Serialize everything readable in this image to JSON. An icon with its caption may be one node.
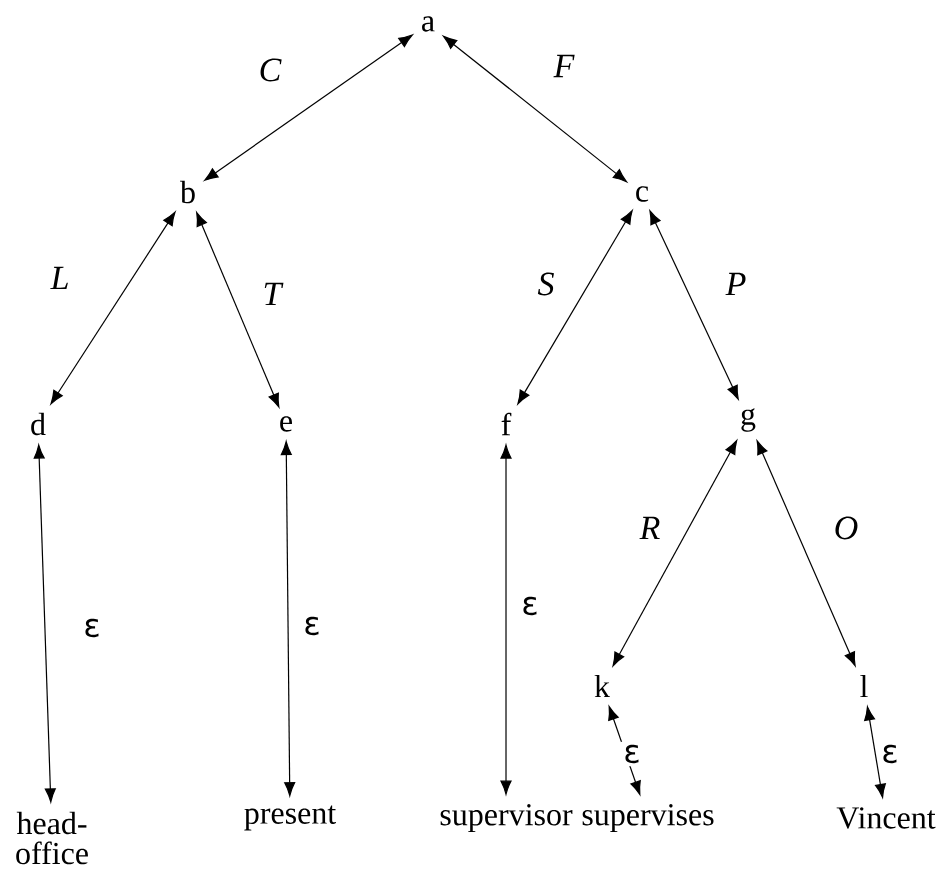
{
  "diagram": {
    "nodes": [
      {
        "text": [
          "a"
        ]
      },
      {
        "text": [
          "b"
        ]
      },
      {
        "text": [
          "c"
        ]
      },
      {
        "text": [
          "d"
        ]
      },
      {
        "text": [
          "e"
        ]
      },
      {
        "text": [
          "f"
        ]
      },
      {
        "text": [
          "g"
        ]
      },
      {
        "text": [
          "k"
        ]
      },
      {
        "text": [
          "l"
        ]
      },
      {
        "text": [
          "head-office"
        ]
      },
      {
        "text": [
          "present"
        ]
      },
      {
        "text": [
          "supervisor"
        ]
      },
      {
        "text": [
          "supervises"
        ]
      },
      {
        "text": [
          "Vincent"
        ]
      }
    ],
    "edges": [
      {
        "from": 0,
        "to": 1,
        "arrow": "both",
        "label": "C"
      },
      {
        "from": 0,
        "to": 2,
        "arrow": "both",
        "label": "F"
      },
      {
        "from": 1,
        "to": 3,
        "arrow": "both",
        "label": "L"
      },
      {
        "from": 1,
        "to": 4,
        "arrow": "both",
        "label": "T"
      },
      {
        "from": 2,
        "to": 5,
        "arrow": "both",
        "label": "S"
      },
      {
        "from": 2,
        "to": 6,
        "arrow": "both",
        "label": "P"
      },
      {
        "from": 6,
        "to": 7,
        "arrow": "both",
        "label": "R"
      },
      {
        "from": 6,
        "to": 8,
        "arrow": "both",
        "label": "O"
      },
      {
        "from": 3,
        "to": 9,
        "arrow": "both",
        "label": "ε"
      },
      {
        "from": 4,
        "to": 10,
        "arrow": "both",
        "label": "ε"
      },
      {
        "from": 5,
        "to": 11,
        "arrow": "both",
        "label": "ε"
      },
      {
        "from": 7,
        "to": 12,
        "arrow": "both",
        "label": "ε"
      },
      {
        "from": 8,
        "to": 13,
        "arrow": "both",
        "label": "ε"
      }
    ]
  }
}
